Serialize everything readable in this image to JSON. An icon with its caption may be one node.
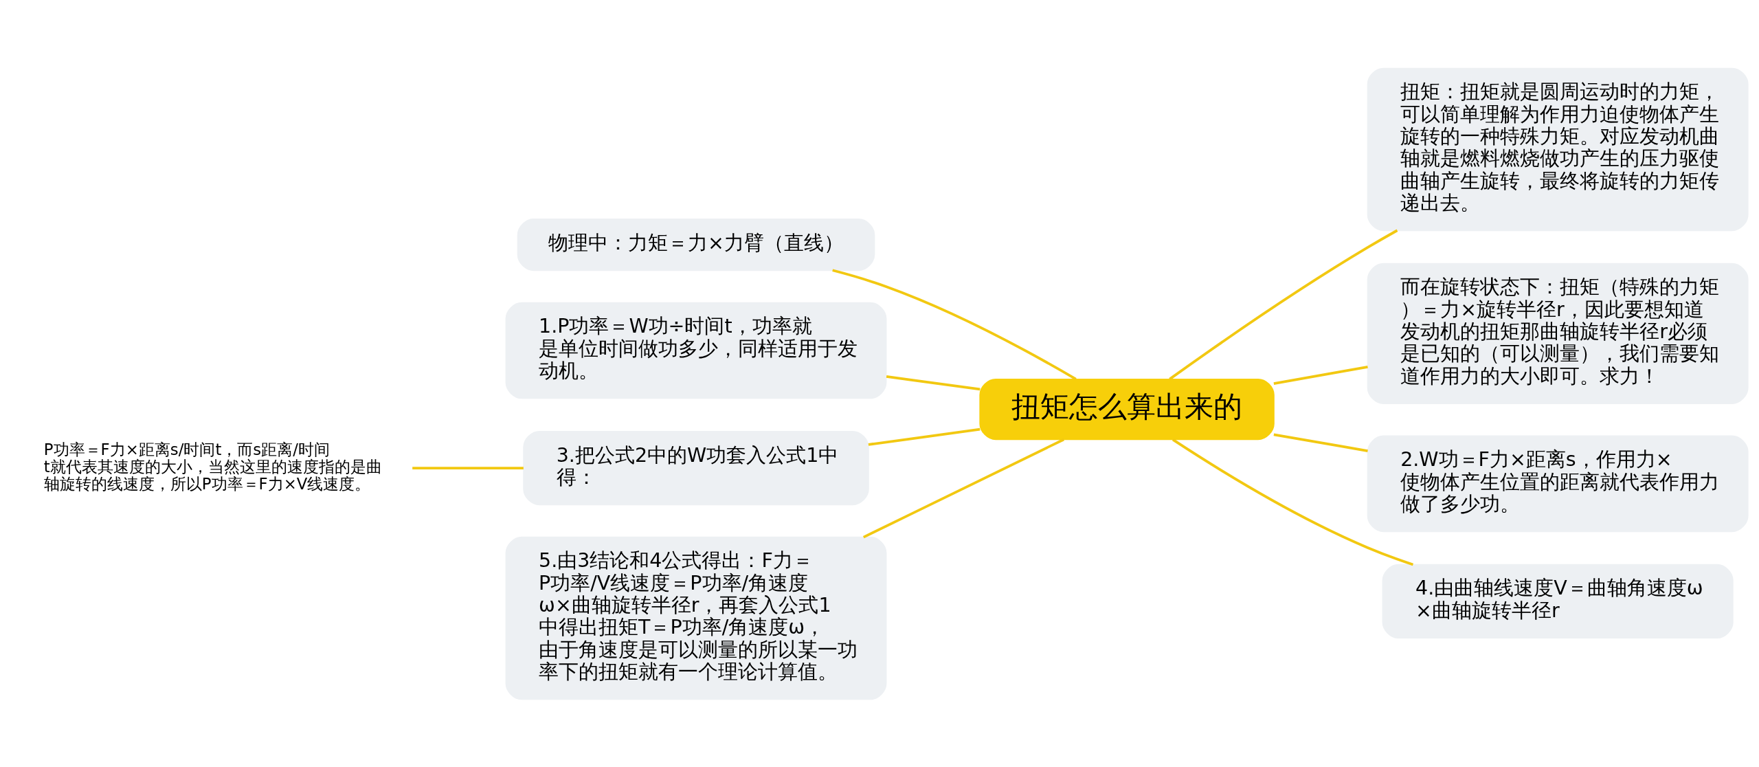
{
  "diagram": {
    "nodes": [
      {
        "text": [
          "扭矩怎么算出来的"
        ]
      },
      {
        "text": [
          "物理中：力矩＝力×力臂（直线）"
        ]
      },
      {
        "text": [
          "1.P功率＝W功÷时间t，功率就是单位时间做功多少，同样适用于发动机。"
        ]
      },
      {
        "text": [
          "3.把公式2中的W功套入公式1中得："
        ]
      },
      {
        "text": [
          "P功率＝F力×距离s/时间t，而s距离/时间t就代表其速度的大小，当然这里的速度指的是曲轴旋转的线速度，所以P功率＝F力×V线速度。"
        ]
      },
      {
        "text": [
          "5.由3结论和4公式得出：F力＝P功率/V线速度＝P功率/角速度ω×曲轴旋转半径r，再套入公式1中得出扭矩T＝P功率/角速度ω，由于角速度是可以测量的所以某一功率下的扭矩就有一个理论计算值。"
        ]
      },
      {
        "text": [
          "扭矩：扭矩就是圆周运动时的力矩，可以简单理解为作用力迫使物体产生旋转的一种特殊力矩。对应发动机曲轴就是燃料燃烧做功产生的压力驱使曲轴产生旋转，最终将旋转的力矩传递出去。"
        ]
      },
      {
        "text": [
          "而在旋转状态下：扭矩（特殊的力矩）＝力×旋转半径r，因此要想知道发动机的扭矩那曲轴旋转半径r必须是已知的（可以测量），我们需要知道作用力的大小即可。求力！"
        ]
      },
      {
        "text": [
          "2.W功＝F力×距离s，作用力×使物体产生位置的距离就代表作用力做了多少功。"
        ]
      },
      {
        "text": [
          "4.由曲轴线速度V＝曲轴角速度ω×曲轴旋转半径r"
        ]
      }
    ],
    "edges": [
      {
        "from": 0,
        "to": 1,
        "arrow": "none"
      },
      {
        "from": 0,
        "to": 2,
        "arrow": "none"
      },
      {
        "from": 0,
        "to": 3,
        "arrow": "none"
      },
      {
        "from": 3,
        "to": 4,
        "arrow": "none"
      },
      {
        "from": 0,
        "to": 5,
        "arrow": "none"
      },
      {
        "from": 0,
        "to": 6,
        "arrow": "none"
      },
      {
        "from": 0,
        "to": 7,
        "arrow": "none"
      },
      {
        "from": 0,
        "to": 8,
        "arrow": "none"
      },
      {
        "from": 0,
        "to": 9,
        "arrow": "none"
      }
    ]
  }
}
